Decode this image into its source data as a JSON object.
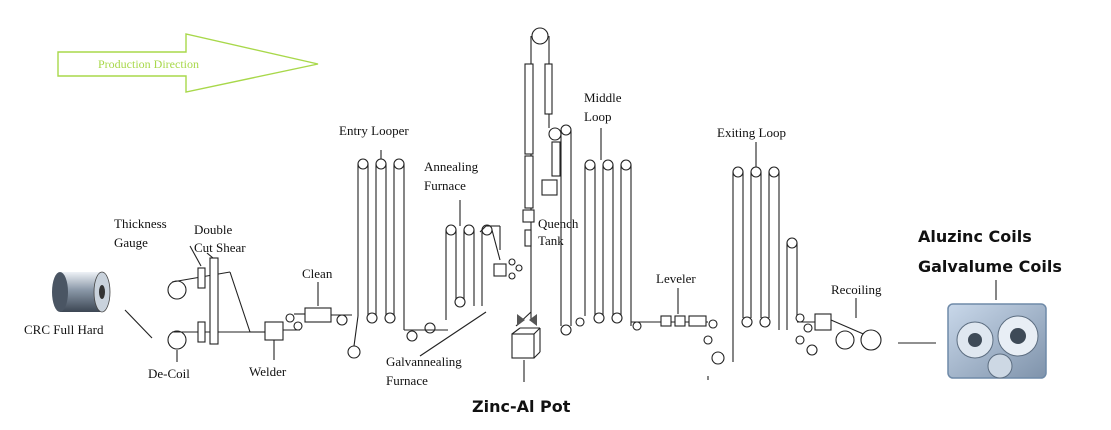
{
  "direction": {
    "label": "Production Direction",
    "color": "#a8d84a"
  },
  "labels": {
    "crc": "CRC Full Hard",
    "decoil": "De-Coil",
    "thickness1": "Thickness",
    "thickness2": "Gauge",
    "shear1": "Double",
    "shear2": "Cut Shear",
    "welder": "Welder",
    "clean": "Clean",
    "entry_looper": "Entry Looper",
    "annealing1": "Annealing",
    "annealing2": "Furnace",
    "galv1": "Galvannealing",
    "galv2": "Furnace",
    "quench1": "Quench",
    "quench2": "Tank",
    "middle1": "Middle",
    "middle2": "Loop",
    "leveler": "Leveler",
    "exiting_loop": "Exiting Loop",
    "recoiling": "Recoiling",
    "zinc_pot": "Zinc-Al Pot",
    "out1": "Aluzinc Coils",
    "out2": "Galvalume Coils"
  },
  "icons": {
    "input_coil": "steel-coil-icon",
    "output_coils": "galvalume-coils-photo-icon"
  }
}
